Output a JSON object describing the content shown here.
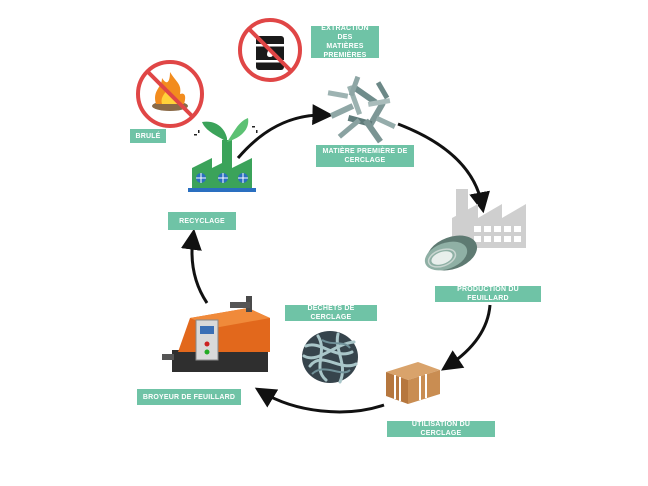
{
  "colors": {
    "label_bg": "#6fc3a6",
    "arrow": "#111111",
    "forbidden": "#e04646",
    "machine_orange": "#e2681c",
    "factory_grey": "#c8c8c8",
    "plant_green": "#3ba35a",
    "plant_blue": "#2a6fc0"
  },
  "labels": {
    "extraction": "EXTRACTION DES\nMATIÈRES\nPREMIÈRES",
    "brule": "BRULÉ",
    "matiere": "MATIÈRE PREMIÈRE DE\nCERCLAGE",
    "recyclage": "RECYCLAGE",
    "production": "PRODUCTION DU FEUILLARD",
    "dechets": "DÉCHETS DE CERCLAGE",
    "broyeur": "BROYEUR DE FEUILLARD",
    "utilisation": "UTILISATION DU CERCLAGE"
  },
  "icons": {
    "forbidden_oil": "no-oil-barrel-icon",
    "forbidden_fire": "no-burning-icon",
    "raw_material": "shredded-plastic-icon",
    "factory": "factory-icon",
    "strap_roll": "strap-coil-icon",
    "boxes": "cardboard-boxes-icon",
    "waste": "strap-waste-icon",
    "shredder": "shredder-machine-icon",
    "recycling_plant": "eco-factory-icon"
  }
}
